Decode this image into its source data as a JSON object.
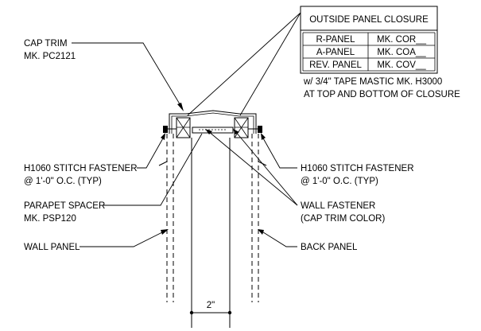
{
  "closure_table": {
    "title": "OUTSIDE PANEL CLOSURE",
    "rows": [
      {
        "panel": "R-PANEL",
        "mark": "MK. COR__"
      },
      {
        "panel": "A-PANEL",
        "mark": "MK. COA__"
      },
      {
        "panel": "REV. PANEL",
        "mark": "MK. COV__"
      }
    ],
    "note_line1": "w/ 3/4\" TAPE MASTIC MK. H3000",
    "note_line2": "AT TOP AND BOTTOM OF CLOSURE"
  },
  "labels": {
    "cap_trim_line1": "CAP TRIM",
    "cap_trim_line2": "MK. PC2121",
    "stitch_left_line1": "H1060 STITCH FASTENER",
    "stitch_left_line2": "@ 1'-0\" O.C. (TYP)",
    "stitch_right_line1": "H1060 STITCH FASTENER",
    "stitch_right_line2": "@ 1'-0\" O.C. (TYP)",
    "spacer_line1": "PARAPET SPACER",
    "spacer_line2": "MK. PSP120",
    "wall_fastener_line1": "WALL FASTENER",
    "wall_fastener_line2": "(CAP TRIM COLOR)",
    "wall_panel": "WALL PANEL",
    "back_panel": "BACK PANEL",
    "dimension": "2\""
  }
}
